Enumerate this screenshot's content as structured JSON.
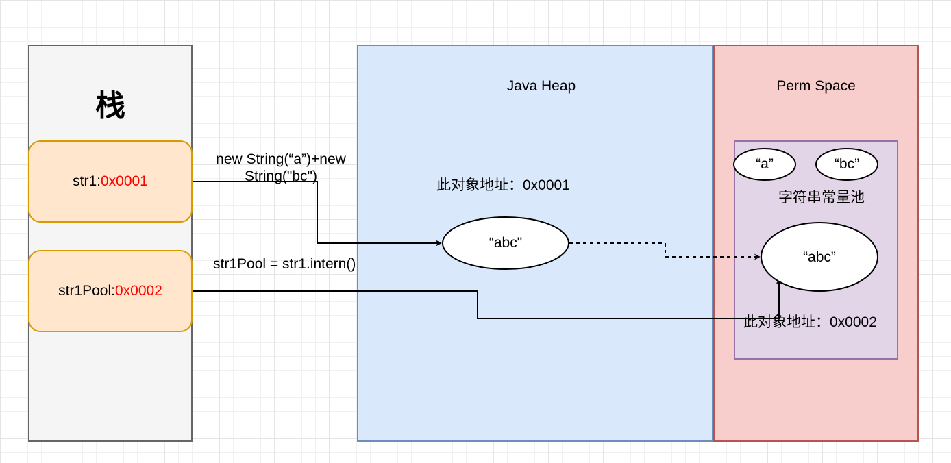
{
  "stack": {
    "title": "栈",
    "str1": {
      "name": "str1:",
      "addr": "0x0001"
    },
    "str1pool": {
      "name": "str1Pool:",
      "addr": "0x0002"
    }
  },
  "heap": {
    "title": "Java  Heap",
    "address_label": "此对象地址：0x0001",
    "object": "“abc\""
  },
  "perm": {
    "title": "Perm Space",
    "pool_label": "字符串常量池",
    "literal_a": "“a”",
    "literal_bc": "“bc”",
    "object": "“abc”",
    "address_label": "此对象地址：0x0002"
  },
  "edges": {
    "new_string_line1": "new String(“a”)+new",
    "new_string_line2": "String(\"bc\")",
    "intern": "str1Pool = str1.intern()"
  },
  "colors": {
    "stack_fill": "#f5f5f5",
    "heap_fill": "#dae8fc",
    "perm_fill": "#f8cecc",
    "pool_fill": "#e1d5e7",
    "var_fill": "#ffe6cc",
    "address_text": "#ff0000"
  }
}
